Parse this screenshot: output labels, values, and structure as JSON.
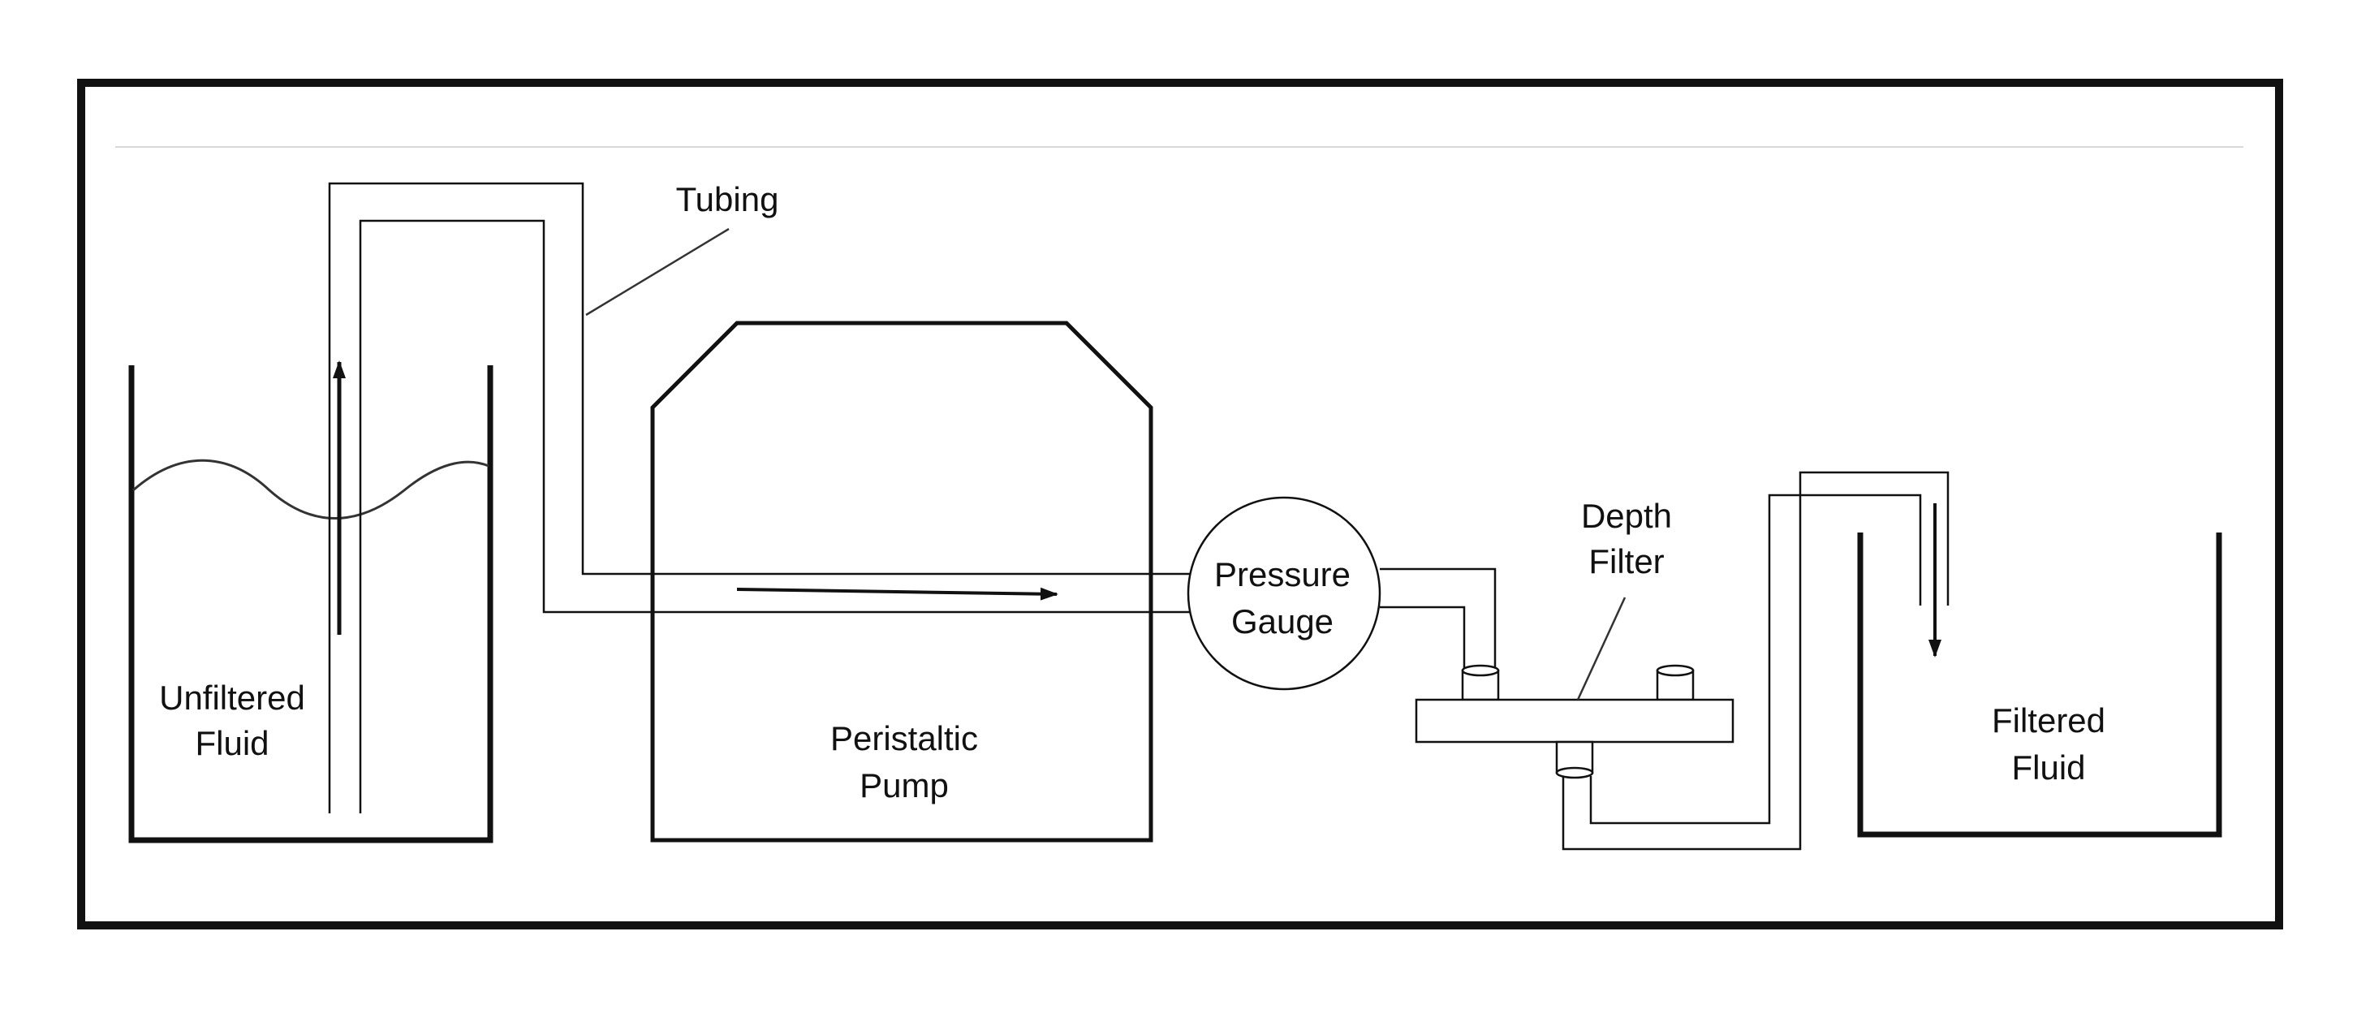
{
  "labels": {
    "tubing": "Tubing",
    "unfiltered_line1": "Unfiltered",
    "unfiltered_line2": "Fluid",
    "pump_line1": "Peristaltic",
    "pump_line2": "Pump",
    "gauge_line1": "Pressure",
    "gauge_line2": "Gauge",
    "filter_line1": "Depth",
    "filter_line2": "Filter",
    "filtered_line1": "Filtered",
    "filtered_line2": "Fluid"
  },
  "colors": {
    "stroke": "#111111",
    "background": "#ffffff",
    "divider": "#d9d9d9"
  }
}
